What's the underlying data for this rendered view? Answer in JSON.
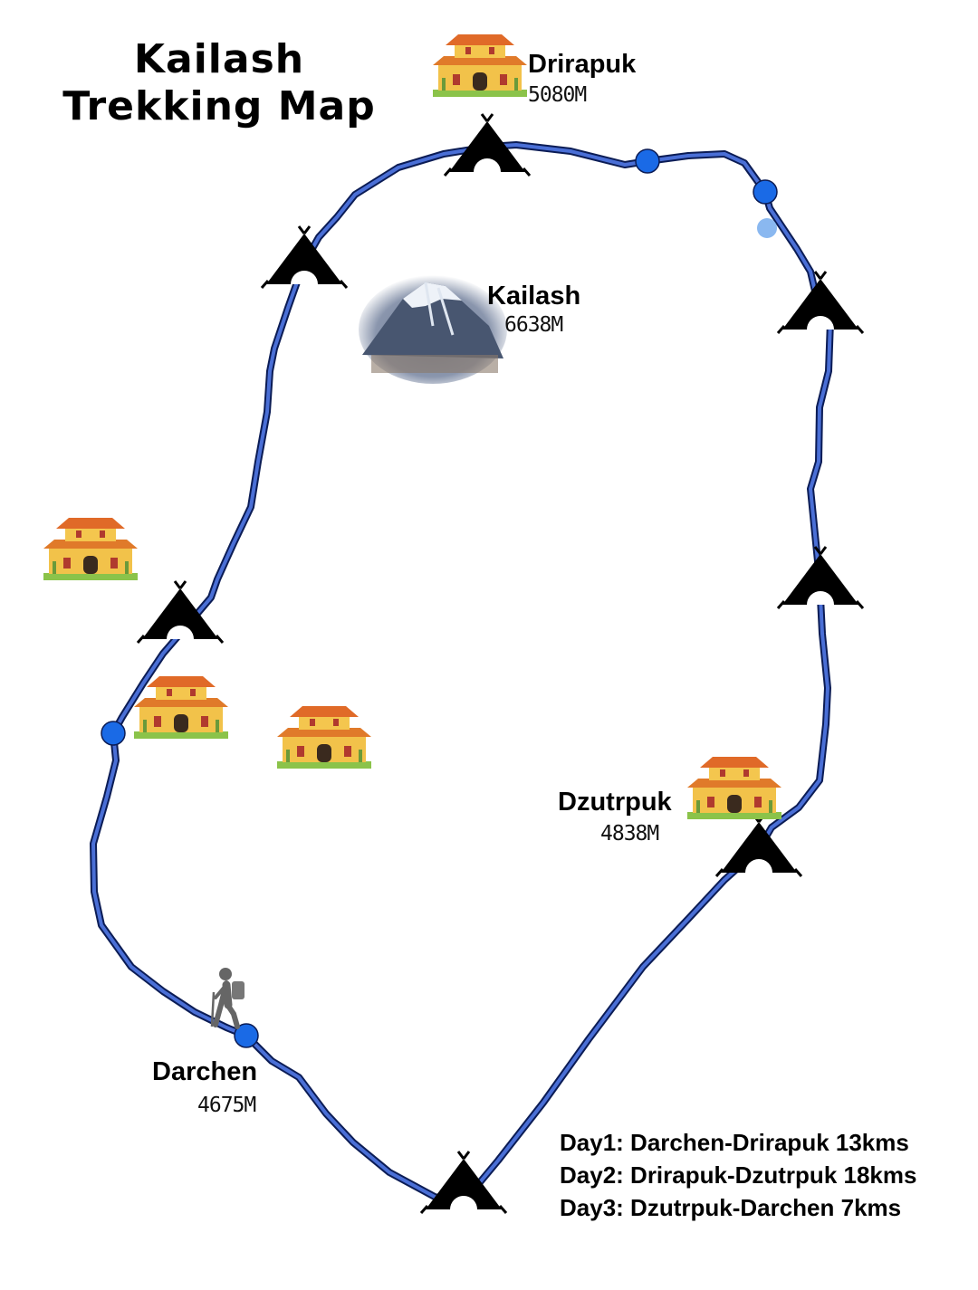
{
  "title": {
    "line1": "Kailash",
    "line2": "Trekking Map"
  },
  "places": {
    "drirapuk": {
      "name": "Drirapuk",
      "altitude": "5080M"
    },
    "kailash": {
      "name": "Kailash",
      "altitude": "6638M"
    },
    "dzutrpuk": {
      "name": "Dzutrpuk",
      "altitude": "4838M"
    },
    "darchen": {
      "name": "Darchen",
      "altitude": "4675M"
    }
  },
  "itinerary": [
    "Day1: Darchen-Drirapuk 13kms",
    "Day2: Drirapuk-Dzutrpuk 18kms",
    "Day3: Dzutrpuk-Darchen 7kms"
  ],
  "colors": {
    "route_fill": "#4a6fd6",
    "route_outline": "#0b1c55",
    "waypoint": "#1a6ae6",
    "waypoint_faded": "#8ab8f0",
    "tent": "#000000",
    "monastery_wall": "#f0c040",
    "monastery_roof": "#e07a2a",
    "grass": "#8bc34a",
    "mountain": "#52607a"
  },
  "icons": {
    "camp": "tent-icon",
    "monastery": "monastery-icon",
    "waypoint": "waypoint-dot-icon",
    "hiker": "hiker-icon",
    "mountain": "mountain-photo"
  }
}
